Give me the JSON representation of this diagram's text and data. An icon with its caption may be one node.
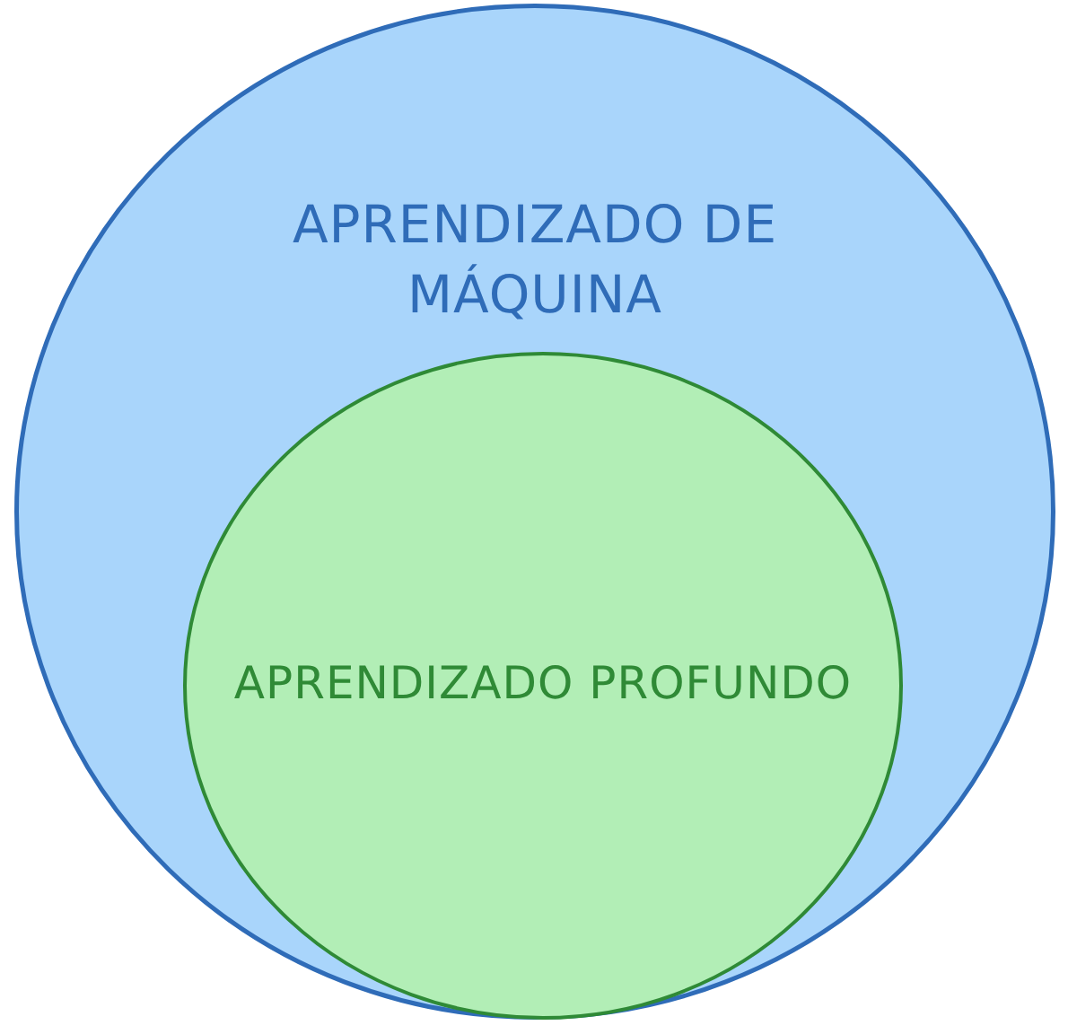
{
  "diagram": {
    "nodes": [
      {
        "text": [
          "APRENDIZADO DE MÁQUINA"
        ]
      },
      {
        "text": [
          "APRENDIZADO PROFUNDO"
        ],
        "in": 0
      }
    ]
  }
}
